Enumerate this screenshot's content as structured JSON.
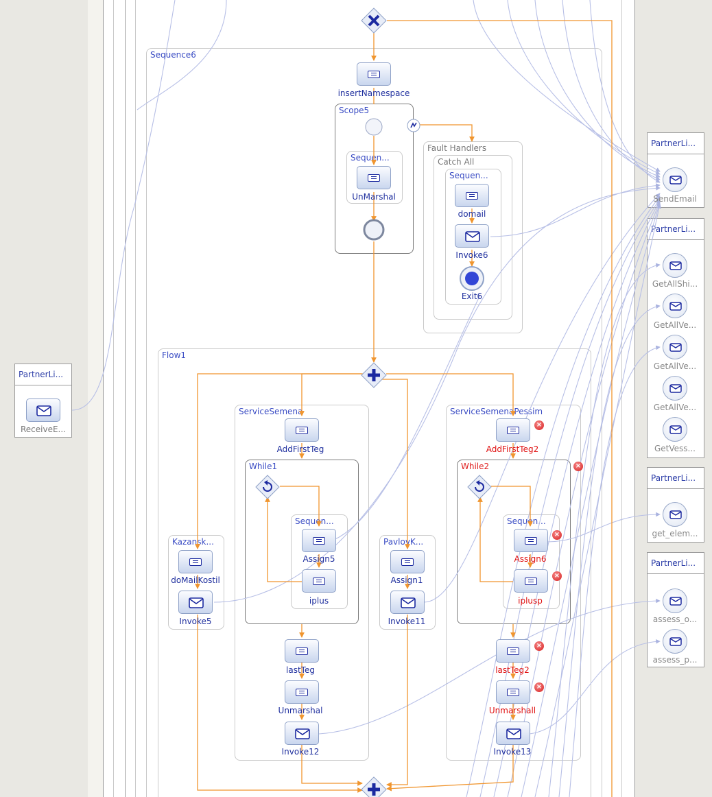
{
  "process": {
    "sequence6": "Sequence6",
    "insert_namespace": "insertNamespace",
    "scope5": "Scope5",
    "scope_sequence": "Sequen...",
    "unmarshal": "UnMarshal",
    "fault_handlers": "Fault Handlers",
    "catch_all": "Catch All",
    "fault_sequence": "Sequen...",
    "domail": "domail",
    "invoke6": "Invoke6",
    "exit6": "Exit6",
    "flow1": "Flow1",
    "kazansk": {
      "title": "Kazansk...",
      "domail": "doMailKostil",
      "invoke": "Invoke5"
    },
    "service_semena": {
      "title": "ServiceSemena",
      "add_first": "AddFirstTeg",
      "while": "While1",
      "sequence": "Sequen...",
      "assign": "Assign5",
      "iplus": "iplus",
      "last": "lastTeg",
      "unmarshal": "Unmarshal",
      "invoke": "Invoke12"
    },
    "pavlov": {
      "title": "PavlovK...",
      "assign": "Assign1",
      "invoke": "Invoke11"
    },
    "service_pessim": {
      "title": "ServiceSemenaPessim",
      "add_first": "AddFirstTeg2",
      "while": "While2",
      "sequence": "Sequen...",
      "assign": "Assign6",
      "iplus": "iplusp",
      "last": "lastTeg2",
      "unmarshal": "Unmarshall",
      "invoke": "Invoke13"
    }
  },
  "partner_links": {
    "left": {
      "title": "PartnerLi...",
      "op": "ReceiveE..."
    },
    "right": [
      {
        "title": "PartnerLi...",
        "ops": [
          "SendEmail"
        ]
      },
      {
        "title": "PartnerLi...",
        "ops": [
          "GetAllShi...",
          "GetAllVe...",
          "GetAllVe...",
          "GetAllVe...",
          "GetVess..."
        ]
      },
      {
        "title": "PartnerLi...",
        "ops": [
          "get_elem..."
        ]
      },
      {
        "title": "PartnerLi...",
        "ops": [
          "assess_o...",
          "assess_p..."
        ]
      }
    ]
  },
  "colors": {
    "flow": "#f0952e",
    "link": "#b7bfe6",
    "error": "#d71f1f",
    "label": "#3a4cc4"
  }
}
